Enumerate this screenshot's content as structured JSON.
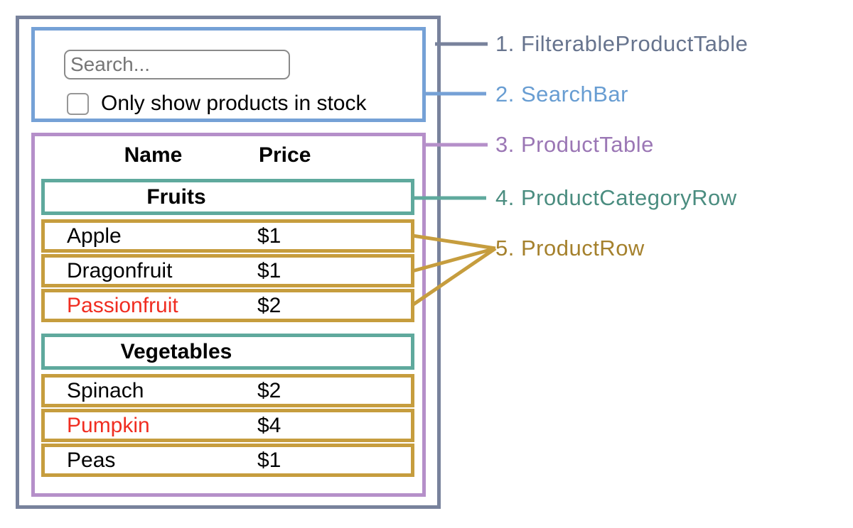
{
  "diagram": {
    "labels": [
      {
        "text": "1. FilterableProductTable"
      },
      {
        "text": "2. SearchBar"
      },
      {
        "text": "3. ProductTable"
      },
      {
        "text": "4. ProductCategoryRow"
      },
      {
        "text": "5. ProductRow"
      }
    ]
  },
  "search_bar": {
    "placeholder": "Search...",
    "checkbox_label": "Only show products in stock",
    "checkbox_checked": false
  },
  "table": {
    "headers": {
      "name": "Name",
      "price": "Price"
    },
    "sections": [
      {
        "category": "Fruits",
        "rows": [
          {
            "name": "Apple",
            "price": "$1",
            "out_of_stock": false
          },
          {
            "name": "Dragonfruit",
            "price": "$1",
            "out_of_stock": false
          },
          {
            "name": "Passionfruit",
            "price": "$2",
            "out_of_stock": true
          }
        ]
      },
      {
        "category": "Vegetables",
        "rows": [
          {
            "name": "Spinach",
            "price": "$2",
            "out_of_stock": false
          },
          {
            "name": "Pumpkin",
            "price": "$4",
            "out_of_stock": true
          },
          {
            "name": "Peas",
            "price": "$1",
            "out_of_stock": false
          }
        ]
      }
    ]
  },
  "colors": {
    "outer_border": "#78829c",
    "searchbar_border": "#75a1d6",
    "table_border": "#b58fc9",
    "category_border": "#5fa99d",
    "product_border": "#c69d3e",
    "label1": "#67748e",
    "label2": "#689dd2",
    "label3": "#9b77b5",
    "label4": "#4b8d80",
    "label5": "#a5812d",
    "out_of_stock": "#f02d21",
    "input_border": "#8a8a8a",
    "placeholder": "#767676"
  }
}
